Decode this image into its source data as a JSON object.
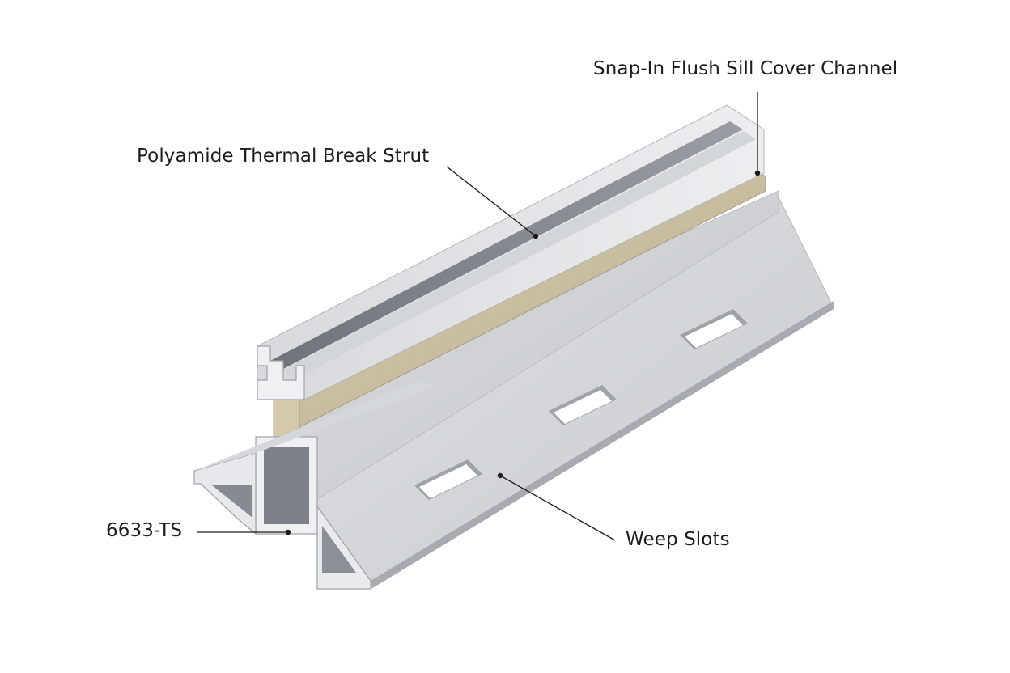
{
  "callouts": {
    "snap_in_cover": "Snap-In Flush Sill Cover Channel",
    "thermal_strut": "Polyamide Thermal Break Strut",
    "part_number": "6633-TS",
    "weep_slots": "Weep Slots"
  },
  "colors": {
    "aluminum_light": "#e2e4e7",
    "aluminum_mid": "#c9ccd0",
    "aluminum_dark": "#8e9298",
    "polyamide": "#c9bc9e",
    "background": "#ffffff",
    "text": "#1c1c1c"
  }
}
